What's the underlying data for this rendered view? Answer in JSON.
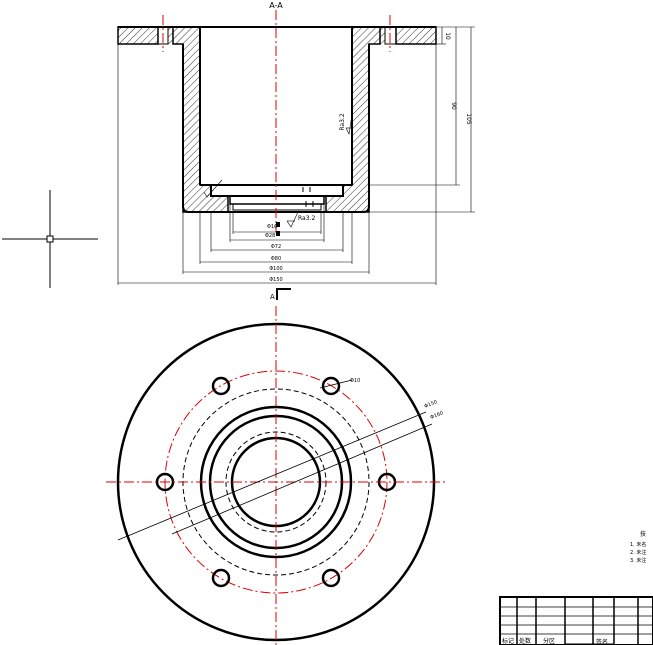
{
  "section": {
    "title": "A-A",
    "view_label": "A"
  },
  "dims": {
    "flange_thickness": "10",
    "inner_depth": "90",
    "total_height": "105",
    "roughness_bore": "Ra3.2",
    "roughness_bottom": "Ra3.2",
    "d_smallest": "Φ16",
    "d_step": "Φ28",
    "d_inner_step": "Φ72",
    "d_inner": "Φ80",
    "d_outer": "Φ100",
    "d_flange": "Φ150"
  },
  "plan": {
    "d_hole": "Φ10",
    "d_circle_a": "Φ150",
    "d_circle_b": "Φ160"
  },
  "notes": {
    "heading": "技",
    "line1": "1. 未名",
    "line2": "2. 未注",
    "line3": "3. 未注"
  },
  "title_block": {
    "c1": "标记",
    "c2": "处数",
    "c3": "分区",
    "c4": "签名"
  },
  "colors": {
    "centerline": "#dd0000",
    "outline": "#000000"
  }
}
